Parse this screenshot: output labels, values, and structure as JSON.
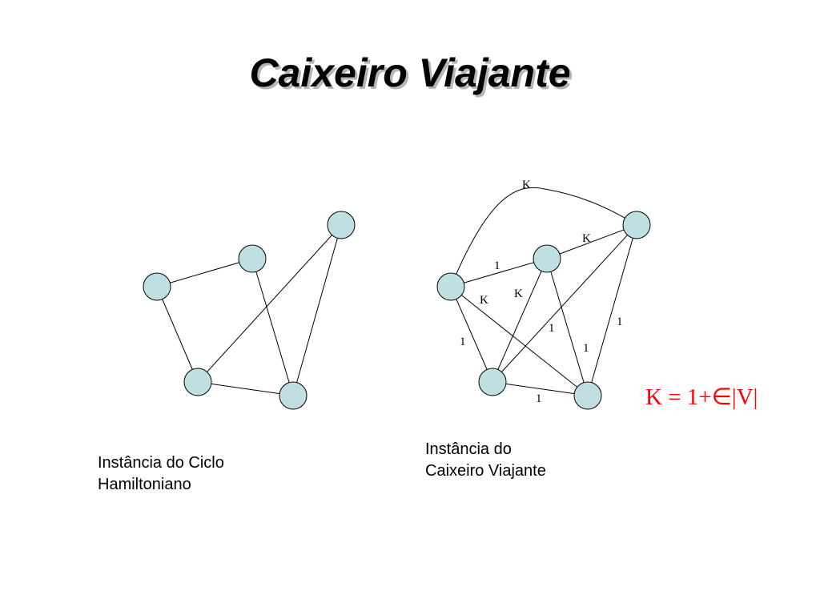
{
  "title": "Caixeiro Viajante",
  "hamiltonian_caption": [
    "Instância do Ciclo",
    "Hamiltoniano"
  ],
  "tsp_caption": [
    "Instância do",
    "Caixeiro Viajante"
  ],
  "formula": "K = 1+∈|V|",
  "edge_weights": {
    "top_curve": "K",
    "b_e": "K",
    "a_b": "1",
    "a_d": "K",
    "b_d": "K",
    "a_c": "1",
    "b_c": "1",
    "c_e": "1",
    "d_e": "1",
    "c_d": "1"
  },
  "colors": {
    "node_fill": "#bfdfe3",
    "formula": "#ff0000"
  }
}
